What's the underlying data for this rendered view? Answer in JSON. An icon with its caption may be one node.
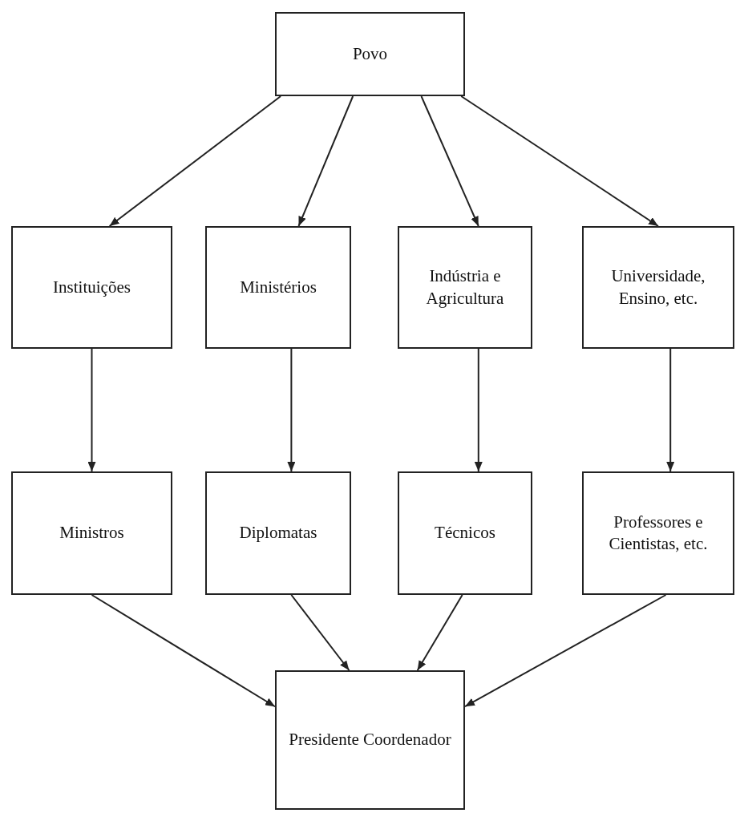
{
  "diagram": {
    "nodes": [
      {
        "text": [
          "Povo"
        ]
      },
      {
        "text": [
          "Instituições"
        ]
      },
      {
        "text": [
          "Ministérios"
        ]
      },
      {
        "text": [
          "Indústria e Agricultura"
        ]
      },
      {
        "text": [
          "Universidade, Ensino, etc."
        ]
      },
      {
        "text": [
          "Ministros"
        ]
      },
      {
        "text": [
          "Diplomatas"
        ]
      },
      {
        "text": [
          "Técnicos"
        ]
      },
      {
        "text": [
          "Professores e Cientistas, etc."
        ]
      },
      {
        "text": [
          "Presidente Coordenador"
        ]
      }
    ],
    "edges": [
      {
        "from": 0,
        "to": 1,
        "arrow": "to"
      },
      {
        "from": 0,
        "to": 2,
        "arrow": "to"
      },
      {
        "from": 0,
        "to": 3,
        "arrow": "to"
      },
      {
        "from": 0,
        "to": 4,
        "arrow": "to"
      },
      {
        "from": 1,
        "to": 5,
        "arrow": "to"
      },
      {
        "from": 2,
        "to": 6,
        "arrow": "to"
      },
      {
        "from": 3,
        "to": 7,
        "arrow": "to"
      },
      {
        "from": 4,
        "to": 8,
        "arrow": "to"
      },
      {
        "from": 5,
        "to": 9,
        "arrow": "to"
      },
      {
        "from": 6,
        "to": 9,
        "arrow": "to"
      },
      {
        "from": 7,
        "to": 9,
        "arrow": "to"
      },
      {
        "from": 8,
        "to": 9,
        "arrow": "to"
      }
    ]
  }
}
